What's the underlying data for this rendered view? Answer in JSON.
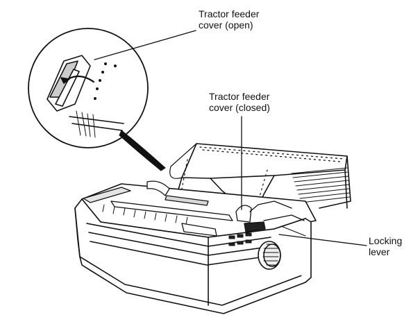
{
  "callouts": {
    "cover_open": {
      "line1": "Tractor feeder",
      "line2": "cover (open)"
    },
    "cover_closed": {
      "line1": "Tractor feeder",
      "line2": "cover (closed)"
    },
    "locking_lever": {
      "line1": "Locking",
      "line2": "lever"
    }
  },
  "colors": {
    "ink": "#111111",
    "paper": "#ffffff",
    "shade": "#d8d8d8"
  }
}
